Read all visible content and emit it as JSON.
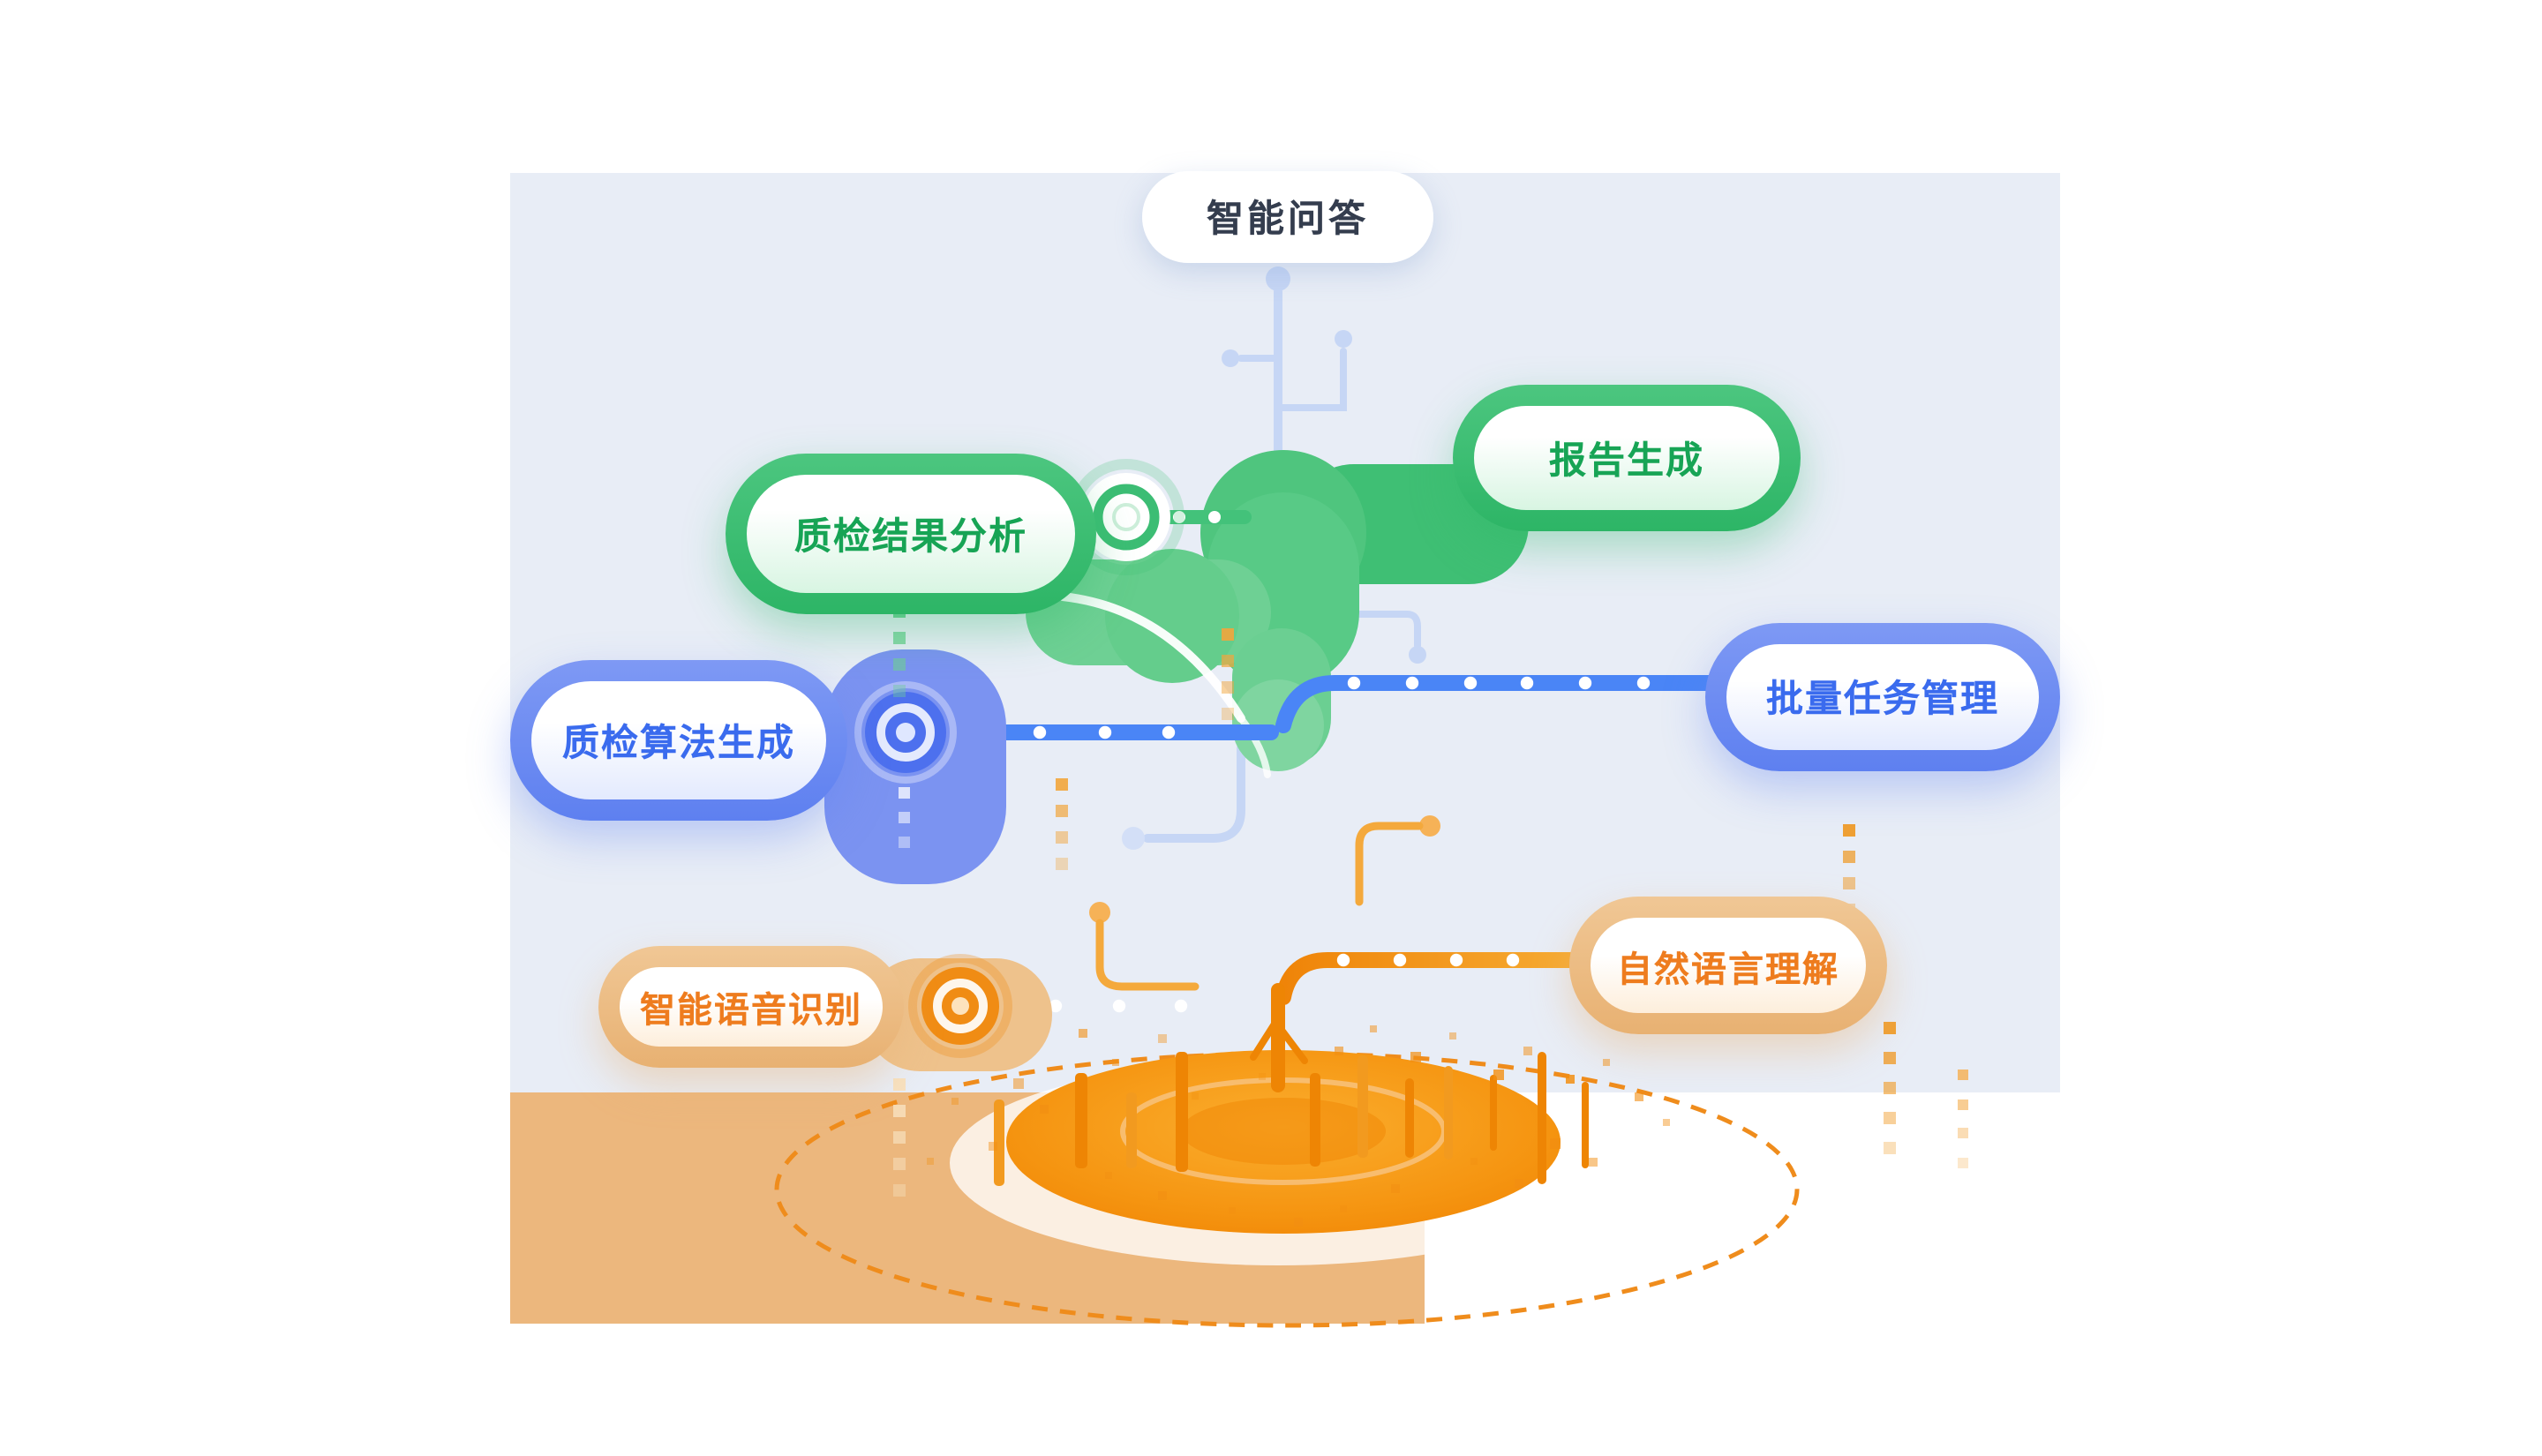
{
  "nodes": {
    "qa": {
      "label": "智能问答",
      "color": "#343d4e"
    },
    "report": {
      "label": "报告生成",
      "color": "#17a455"
    },
    "analysis": {
      "label": "质检结果分析",
      "color": "#17a455"
    },
    "batch": {
      "label": "批量任务管理",
      "color": "#3a6bee"
    },
    "algorithm": {
      "label": "质检算法生成",
      "color": "#3a6bee"
    },
    "nlu": {
      "label": "自然语言理解",
      "color": "#ee7c1e"
    },
    "asr": {
      "label": "智能语音识别",
      "color": "#ee7c1e"
    }
  },
  "palette": {
    "panel_light_blue": "#e8edf6",
    "panel_tan": "#ecb77d",
    "foliage_green": "#3fbf74",
    "branch_blue": "#4a85f6",
    "branch_orange": "#ee8504",
    "circuit_light_blue": "#c6d6f5",
    "root_orange": "#f59410"
  }
}
